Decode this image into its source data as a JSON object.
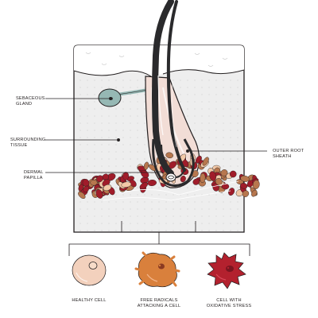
{
  "labels": {
    "sebaceous_gland": "SEBACEOUS\nGLAND",
    "surrounding_tissue": "SURROUNDING\nTISSUE",
    "dermal_papilla": "DERMAL\nPAPILLA",
    "outer_root_sheath": "OUTER ROOT\nSHEATH"
  },
  "cells": [
    {
      "label": "HEALTHY CELL",
      "color": "#f3d1bd"
    },
    {
      "label": "FREE RADICALS\nATTACKING A CELL",
      "color": "#d9803c"
    },
    {
      "label": "CELL WITH\nOXIDATIVE STRESS",
      "color": "#b3212e"
    }
  ],
  "colors": {
    "hair": "#2a2a2c",
    "tissue": "#eeeeee",
    "outline": "#231f20",
    "gland": "#96b8b4",
    "root_sheath": "#f2ddd6",
    "cell_dark_red": "#a01c2a",
    "cell_brown": "#b7774e",
    "cell_cream": "#f2c9a8"
  }
}
